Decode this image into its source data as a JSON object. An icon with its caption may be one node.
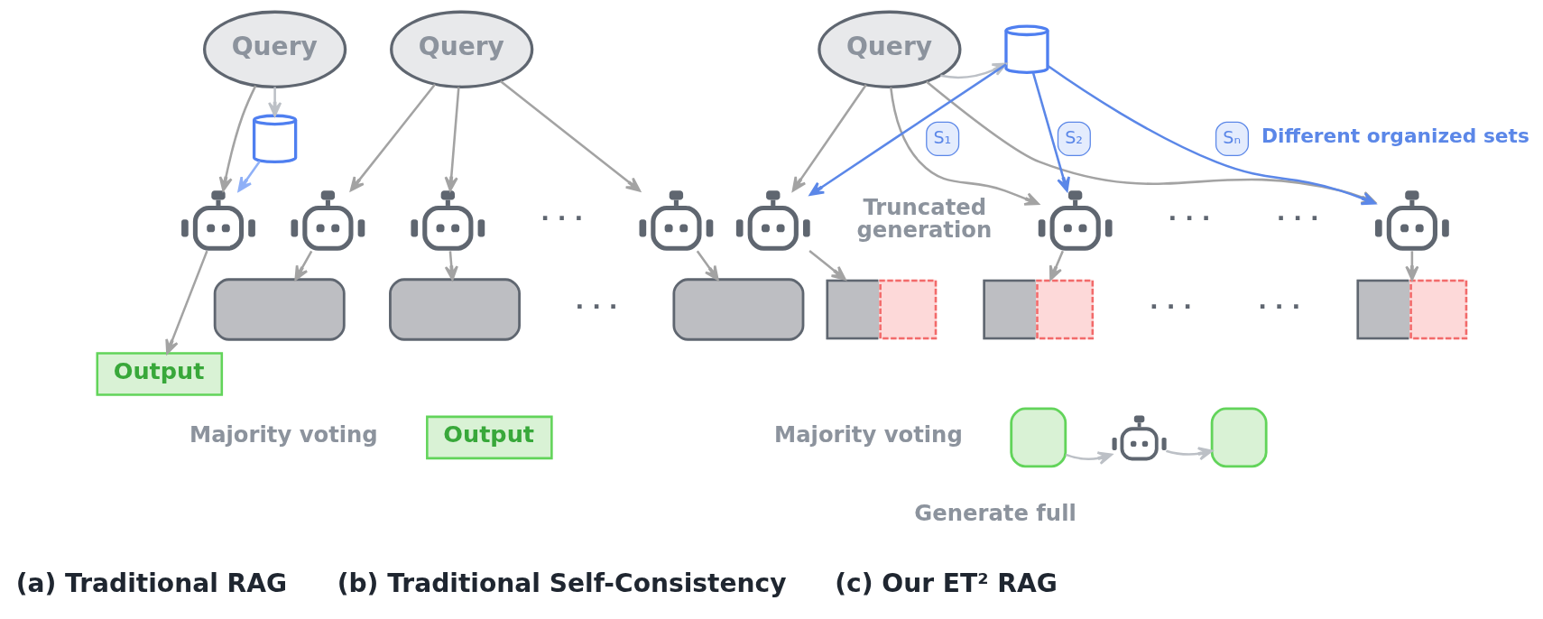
{
  "diagram": {
    "nodes": [
      {
        "text": [
          "Query"
        ]
      },
      {
        "text": [],
        "shape": "cylinder"
      },
      {
        "text": [],
        "shape": "robot"
      },
      {
        "text": [
          "Output"
        ]
      },
      {
        "text": [
          "Query"
        ]
      },
      {
        "text": [],
        "shape": "robot"
      },
      {
        "text": [],
        "shape": "robot"
      },
      {
        "text": [],
        "shape": "robot"
      },
      {
        "text": [],
        "shape": "box"
      },
      {
        "text": [],
        "shape": "box"
      },
      {
        "text": [],
        "shape": "box"
      },
      {
        "text": [
          "Output"
        ]
      },
      {
        "text": [
          "Query"
        ]
      },
      {
        "text": [],
        "shape": "cylinder"
      },
      {
        "text": [],
        "shape": "robot",
        "beside": [
          "Truncated generation"
        ]
      },
      {
        "text": [],
        "shape": "robot"
      },
      {
        "text": [],
        "shape": "robot"
      },
      {
        "text": [],
        "shape": "box"
      },
      {
        "text": [],
        "shape": "box"
      },
      {
        "text": [],
        "shape": "box"
      },
      {
        "text": [],
        "shape": "box"
      },
      {
        "text": [],
        "shape": "robot",
        "beside": [
          "Generate full"
        ]
      },
      {
        "text": [],
        "shape": "box"
      }
    ],
    "edges": [
      {
        "from": 0,
        "to": 1,
        "arrow": "to",
        "color": "#bcc0c6"
      },
      {
        "from": 0,
        "to": 2,
        "arrow": "to"
      },
      {
        "from": 1,
        "to": 2,
        "arrow": "to",
        "color": "#8fb0f7"
      },
      {
        "from": 2,
        "to": 3,
        "arrow": "to"
      },
      {
        "from": 4,
        "to": 5,
        "arrow": "to"
      },
      {
        "from": 4,
        "to": 6,
        "arrow": "to"
      },
      {
        "from": 4,
        "to": 7,
        "arrow": "to"
      },
      {
        "from": 5,
        "to": 8,
        "arrow": "to"
      },
      {
        "from": 6,
        "to": 9,
        "arrow": "to"
      },
      {
        "from": 7,
        "to": 10,
        "arrow": "to"
      },
      {
        "from": 12,
        "to": 13,
        "arrow": "to",
        "color": "#bcc0c6"
      },
      {
        "from": 12,
        "to": 14,
        "arrow": "to"
      },
      {
        "from": 12,
        "to": 15,
        "arrow": "to"
      },
      {
        "from": 12,
        "to": 16,
        "arrow": "to"
      },
      {
        "from": 13,
        "to": 14,
        "arrow": "to",
        "label": "S₁",
        "color": "#5b87e8"
      },
      {
        "from": 13,
        "to": 15,
        "arrow": "to",
        "label": "S₂",
        "color": "#5b87e8"
      },
      {
        "from": 13,
        "to": 16,
        "arrow": "to",
        "label": "Sₙ",
        "color": "#5b87e8"
      },
      {
        "from": 14,
        "to": 17,
        "arrow": "to"
      },
      {
        "from": 15,
        "to": 18,
        "arrow": "to"
      },
      {
        "from": 16,
        "to": 19,
        "arrow": "to"
      },
      {
        "from": 20,
        "to": 21,
        "arrow": "to",
        "color": "#bcc0c6"
      },
      {
        "from": 21,
        "to": 22,
        "arrow": "to",
        "color": "#bcc0c6"
      }
    ],
    "labels": [
      "Different organized sets",
      "· · ·",
      "· · ·",
      "· · ·",
      "· · ·",
      "· · ·",
      "· · ·",
      "Majority voting",
      "Majority voting",
      "(a) Traditional RAG",
      "(b) Traditional Self-Consistency",
      "(c) Our ET² RAG"
    ]
  }
}
